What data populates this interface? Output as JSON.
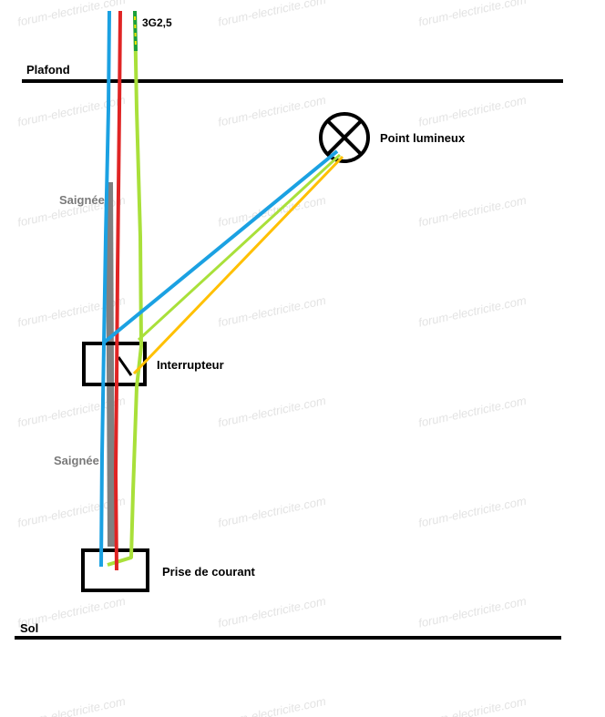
{
  "labels": {
    "cable": "3G2,5",
    "ceiling": "Plafond",
    "light_point": "Point lumineux",
    "chase_upper": "Saignée",
    "switch": "Interrupteur",
    "chase_lower": "Saignée",
    "socket": "Prise de courant",
    "floor": "Sol"
  },
  "watermark": "forum-electricite.com",
  "colors": {
    "structure": "#000000",
    "neutral_wire": "#1ba1e2",
    "phase_wire": "#e02424",
    "earth_wire": "#a9e03a",
    "switched_wire": "#ffc000",
    "earth_stripe_a": "#1a9e3c",
    "earth_stripe_b": "#f2e600",
    "chase": "#808080",
    "label_grey": "#7a7a7a",
    "watermark": "#e3e3e3"
  },
  "icons": {
    "light_point": "lamp-cross-circle-symbol",
    "switch": "switch-box-symbol",
    "socket": "socket-box-symbol"
  }
}
